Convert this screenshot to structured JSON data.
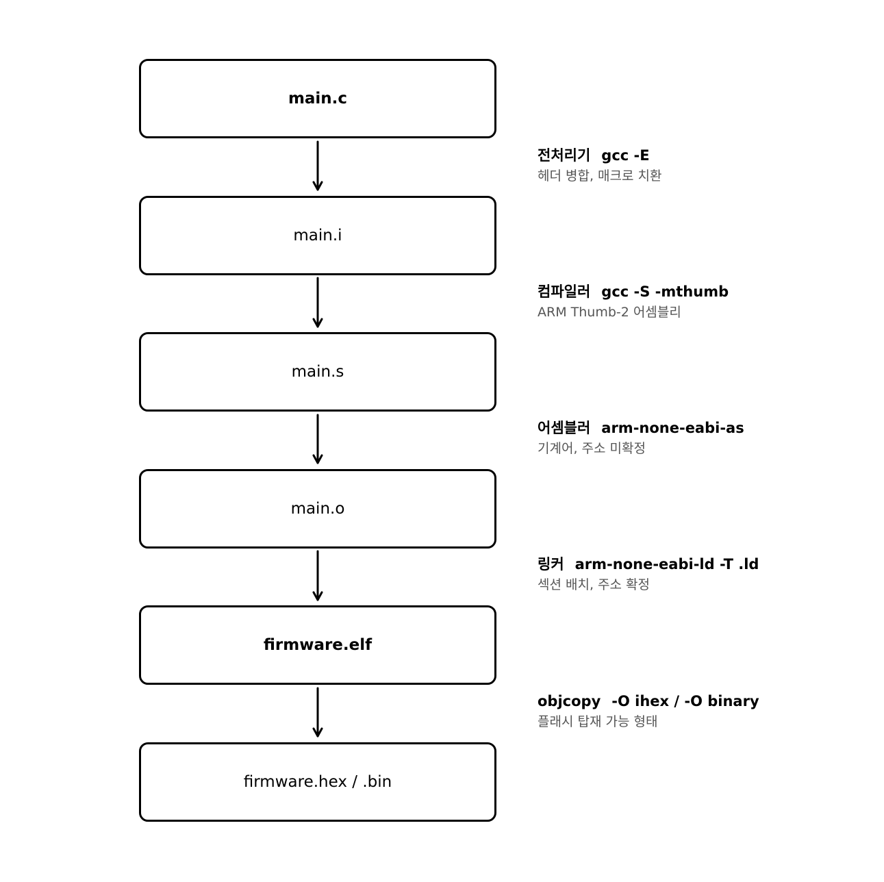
{
  "colors": {
    "stroke": "#000000",
    "background": "#ffffff",
    "description_text": "#555555"
  },
  "nodes": [
    {
      "label": "main.c",
      "bold": true
    },
    {
      "label": "main.i",
      "bold": false
    },
    {
      "label": "main.s",
      "bold": false
    },
    {
      "label": "main.o",
      "bold": false
    },
    {
      "label": "firmware.elf",
      "bold": true
    },
    {
      "label": "firmware.hex / .bin",
      "bold": false
    }
  ],
  "steps": [
    {
      "name": "전처리기",
      "command": "gcc -E",
      "description": "헤더 병합, 매크로 치환"
    },
    {
      "name": "컴파일러",
      "command": "gcc -S -mthumb",
      "description": "ARM Thumb-2 어셈블리"
    },
    {
      "name": "어셈블러",
      "command": "arm-none-eabi-as",
      "description": "기계어, 주소 미확정"
    },
    {
      "name": "링커",
      "command": "arm-none-eabi-ld -T .ld",
      "description": "섹션 배치, 주소 확정"
    },
    {
      "name": "objcopy",
      "command": "-O ihex / -O binary",
      "description": "플래시 탑재 가능 형태"
    }
  ]
}
